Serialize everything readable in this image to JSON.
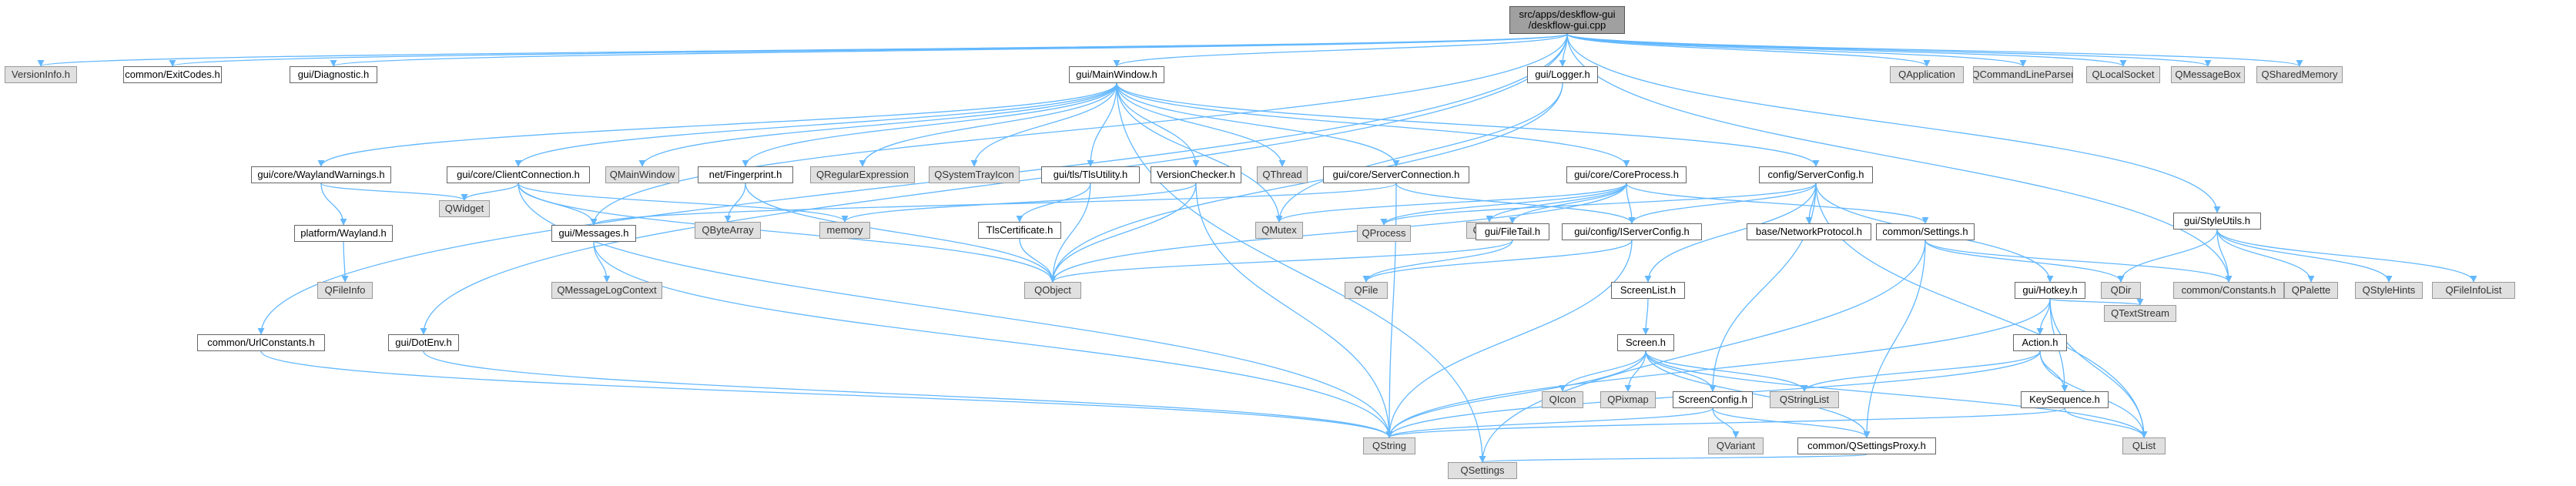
{
  "nodes": [
    {
      "id": "root",
      "lines": [
        "src/apps/deskflow-gui",
        "/deskflow-gui.cpp"
      ],
      "kind": "root"
    },
    {
      "id": "versioninfo",
      "lines": [
        "VersionInfo.h"
      ],
      "kind": "ext"
    },
    {
      "id": "exitcodes",
      "lines": [
        "common/ExitCodes.h"
      ],
      "kind": "local"
    },
    {
      "id": "diagnostic",
      "lines": [
        "gui/Diagnostic.h"
      ],
      "kind": "local"
    },
    {
      "id": "mainwindow",
      "lines": [
        "gui/MainWindow.h"
      ],
      "kind": "local"
    },
    {
      "id": "logger",
      "lines": [
        "gui/Logger.h"
      ],
      "kind": "local"
    },
    {
      "id": "qapplication",
      "lines": [
        "QApplication"
      ],
      "kind": "ext"
    },
    {
      "id": "qcommandlineparser",
      "lines": [
        "QCommandLineParser"
      ],
      "kind": "ext"
    },
    {
      "id": "qlocalsocket",
      "lines": [
        "QLocalSocket"
      ],
      "kind": "ext"
    },
    {
      "id": "qmessagebox",
      "lines": [
        "QMessageBox"
      ],
      "kind": "ext"
    },
    {
      "id": "qsharedmemory",
      "lines": [
        "QSharedMemory"
      ],
      "kind": "ext"
    },
    {
      "id": "waylandwarnings",
      "lines": [
        "gui/core/WaylandWarnings.h"
      ],
      "kind": "local"
    },
    {
      "id": "clientconnection",
      "lines": [
        "gui/core/ClientConnection.h"
      ],
      "kind": "local"
    },
    {
      "id": "qmainwindow",
      "lines": [
        "QMainWindow"
      ],
      "kind": "ext"
    },
    {
      "id": "fingerprint",
      "lines": [
        "net/Fingerprint.h"
      ],
      "kind": "local"
    },
    {
      "id": "qregularexpression",
      "lines": [
        "QRegularExpression"
      ],
      "kind": "ext"
    },
    {
      "id": "qsystemtrayicon",
      "lines": [
        "QSystemTrayIcon"
      ],
      "kind": "ext"
    },
    {
      "id": "tlsutility",
      "lines": [
        "gui/tls/TlsUtility.h"
      ],
      "kind": "local"
    },
    {
      "id": "versionchecker",
      "lines": [
        "VersionChecker.h"
      ],
      "kind": "local"
    },
    {
      "id": "qthread",
      "lines": [
        "QThread"
      ],
      "kind": "ext"
    },
    {
      "id": "serverconnection",
      "lines": [
        "gui/core/ServerConnection.h"
      ],
      "kind": "local"
    },
    {
      "id": "coreprocess",
      "lines": [
        "gui/core/CoreProcess.h"
      ],
      "kind": "local"
    },
    {
      "id": "serverconfig",
      "lines": [
        "config/ServerConfig.h"
      ],
      "kind": "local"
    },
    {
      "id": "styleutils",
      "lines": [
        "gui/StyleUtils.h"
      ],
      "kind": "local"
    },
    {
      "id": "wayland",
      "lines": [
        "platform/Wayland.h"
      ],
      "kind": "local"
    },
    {
      "id": "qwidget",
      "lines": [
        "QWidget"
      ],
      "kind": "ext"
    },
    {
      "id": "messages",
      "lines": [
        "gui/Messages.h"
      ],
      "kind": "local"
    },
    {
      "id": "qbytearray",
      "lines": [
        "QByteArray"
      ],
      "kind": "ext"
    },
    {
      "id": "memory",
      "lines": [
        "memory"
      ],
      "kind": "ext"
    },
    {
      "id": "tlscertificate",
      "lines": [
        "TlsCertificate.h"
      ],
      "kind": "local"
    },
    {
      "id": "qmutex",
      "lines": [
        "QMutex"
      ],
      "kind": "ext"
    },
    {
      "id": "qprocess",
      "lines": [
        "QProcess"
      ],
      "kind": "ext"
    },
    {
      "id": "qtimer",
      "lines": [
        "QTimer"
      ],
      "kind": "ext"
    },
    {
      "id": "filetail",
      "lines": [
        "gui/FileTail.h"
      ],
      "kind": "local"
    },
    {
      "id": "iserverconfig",
      "lines": [
        "gui/config/IServerConfig.h"
      ],
      "kind": "local"
    },
    {
      "id": "networkprotocol",
      "lines": [
        "base/NetworkProtocol.h"
      ],
      "kind": "local"
    },
    {
      "id": "settings",
      "lines": [
        "common/Settings.h"
      ],
      "kind": "local"
    },
    {
      "id": "qfileinfo",
      "lines": [
        "QFileInfo"
      ],
      "kind": "ext"
    },
    {
      "id": "qmessagelogcontext",
      "lines": [
        "QMessageLogContext"
      ],
      "kind": "ext"
    },
    {
      "id": "qobject",
      "lines": [
        "QObject"
      ],
      "kind": "ext"
    },
    {
      "id": "qfile",
      "lines": [
        "QFile"
      ],
      "kind": "ext"
    },
    {
      "id": "screenlist",
      "lines": [
        "ScreenList.h"
      ],
      "kind": "local"
    },
    {
      "id": "hotkey",
      "lines": [
        "gui/Hotkey.h"
      ],
      "kind": "local"
    },
    {
      "id": "qdir",
      "lines": [
        "QDir"
      ],
      "kind": "ext"
    },
    {
      "id": "constants",
      "lines": [
        "common/Constants.h"
      ],
      "kind": "ext"
    },
    {
      "id": "qpalette",
      "lines": [
        "QPalette"
      ],
      "kind": "ext"
    },
    {
      "id": "qstylehints",
      "lines": [
        "QStyleHints"
      ],
      "kind": "ext"
    },
    {
      "id": "qfileinfolist",
      "lines": [
        "QFileInfoList"
      ],
      "kind": "ext"
    },
    {
      "id": "qtextstream",
      "lines": [
        "QTextStream"
      ],
      "kind": "ext"
    },
    {
      "id": "urlconstants",
      "lines": [
        "common/UrlConstants.h"
      ],
      "kind": "local"
    },
    {
      "id": "dotenv",
      "lines": [
        "gui/DotEnv.h"
      ],
      "kind": "local"
    },
    {
      "id": "screen",
      "lines": [
        "Screen.h"
      ],
      "kind": "local"
    },
    {
      "id": "action",
      "lines": [
        "Action.h"
      ],
      "kind": "local"
    },
    {
      "id": "qicon",
      "lines": [
        "QIcon"
      ],
      "kind": "ext"
    },
    {
      "id": "qpixmap",
      "lines": [
        "QPixmap"
      ],
      "kind": "ext"
    },
    {
      "id": "qstringlist",
      "lines": [
        "QStringList"
      ],
      "kind": "ext"
    },
    {
      "id": "screenconfig",
      "lines": [
        "ScreenConfig.h"
      ],
      "kind": "local"
    },
    {
      "id": "keysequence",
      "lines": [
        "KeySequence.h"
      ],
      "kind": "local"
    },
    {
      "id": "qvariant",
      "lines": [
        "QVariant"
      ],
      "kind": "ext"
    },
    {
      "id": "qstring",
      "lines": [
        "QString"
      ],
      "kind": "ext"
    },
    {
      "id": "qsettingsproxy",
      "lines": [
        "common/QSettingsProxy.h"
      ],
      "kind": "local"
    },
    {
      "id": "qlist",
      "lines": [
        "QList"
      ],
      "kind": "ext"
    },
    {
      "id": "qsettings",
      "lines": [
        "QSettings"
      ],
      "kind": "ext"
    }
  ],
  "edges": [
    [
      "root",
      "versioninfo"
    ],
    [
      "root",
      "exitcodes"
    ],
    [
      "root",
      "diagnostic"
    ],
    [
      "root",
      "mainwindow"
    ],
    [
      "root",
      "logger"
    ],
    [
      "root",
      "qapplication"
    ],
    [
      "root",
      "qcommandlineparser"
    ],
    [
      "root",
      "qlocalsocket"
    ],
    [
      "root",
      "qmessagebox"
    ],
    [
      "root",
      "qsharedmemory"
    ],
    [
      "root",
      "urlconstants"
    ],
    [
      "root",
      "dotenv"
    ],
    [
      "root",
      "messages"
    ],
    [
      "root",
      "styleutils"
    ],
    [
      "root",
      "constants"
    ],
    [
      "mainwindow",
      "waylandwarnings"
    ],
    [
      "mainwindow",
      "clientconnection"
    ],
    [
      "mainwindow",
      "qmainwindow"
    ],
    [
      "mainwindow",
      "fingerprint"
    ],
    [
      "mainwindow",
      "qregularexpression"
    ],
    [
      "mainwindow",
      "qsystemtrayicon"
    ],
    [
      "mainwindow",
      "tlsutility"
    ],
    [
      "mainwindow",
      "versionchecker"
    ],
    [
      "mainwindow",
      "qthread"
    ],
    [
      "mainwindow",
      "serverconnection"
    ],
    [
      "mainwindow",
      "coreprocess"
    ],
    [
      "mainwindow",
      "serverconfig"
    ],
    [
      "mainwindow",
      "qmutex"
    ],
    [
      "mainwindow",
      "qsettings"
    ],
    [
      "logger",
      "qobject"
    ],
    [
      "logger",
      "qmutex"
    ],
    [
      "waylandwarnings",
      "wayland"
    ],
    [
      "waylandwarnings",
      "qwidget"
    ],
    [
      "wayland",
      "qfileinfo"
    ],
    [
      "clientconnection",
      "qwidget"
    ],
    [
      "clientconnection",
      "messages"
    ],
    [
      "clientconnection",
      "memory"
    ],
    [
      "clientconnection",
      "qobject"
    ],
    [
      "clientconnection",
      "qstring"
    ],
    [
      "fingerprint",
      "qbytearray"
    ],
    [
      "fingerprint",
      "qobject"
    ],
    [
      "tlsutility",
      "tlscertificate"
    ],
    [
      "tlsutility",
      "qobject"
    ],
    [
      "tlscertificate",
      "qobject"
    ],
    [
      "versionchecker",
      "memory"
    ],
    [
      "versionchecker",
      "qobject"
    ],
    [
      "versionchecker",
      "qstring"
    ],
    [
      "serverconnection",
      "iserverconfig"
    ],
    [
      "serverconnection",
      "qstring"
    ],
    [
      "serverconnection",
      "messages"
    ],
    [
      "coreprocess",
      "qprocess"
    ],
    [
      "coreprocess",
      "qtimer"
    ],
    [
      "coreprocess",
      "filetail"
    ],
    [
      "coreprocess",
      "iserverconfig"
    ],
    [
      "coreprocess",
      "settings"
    ],
    [
      "coreprocess",
      "qobject"
    ],
    [
      "coreprocess",
      "qmutex"
    ],
    [
      "serverconfig",
      "networkprotocol"
    ],
    [
      "serverconfig",
      "iserverconfig"
    ],
    [
      "serverconfig",
      "hotkey"
    ],
    [
      "serverconfig",
      "screenlist"
    ],
    [
      "serverconfig",
      "screenconfig"
    ],
    [
      "serverconfig",
      "qlist"
    ],
    [
      "serverconfig",
      "qprocess"
    ],
    [
      "styleutils",
      "qdir"
    ],
    [
      "styleutils",
      "constants"
    ],
    [
      "styleutils",
      "qpalette"
    ],
    [
      "styleutils",
      "qstylehints"
    ],
    [
      "styleutils",
      "qfileinfolist"
    ],
    [
      "messages",
      "qmessagelogcontext"
    ],
    [
      "messages",
      "qstring"
    ],
    [
      "filetail",
      "qobject"
    ],
    [
      "filetail",
      "qfile"
    ],
    [
      "iserverconfig",
      "qfile"
    ],
    [
      "iserverconfig",
      "qstring"
    ],
    [
      "settings",
      "qdir"
    ],
    [
      "settings",
      "constants"
    ],
    [
      "settings",
      "qsettingsproxy"
    ],
    [
      "settings",
      "qsettings"
    ],
    [
      "screenlist",
      "screen"
    ],
    [
      "screen",
      "qicon"
    ],
    [
      "screen",
      "qpixmap"
    ],
    [
      "screen",
      "qstringlist"
    ],
    [
      "screen",
      "screenconfig"
    ],
    [
      "screen",
      "qstring"
    ],
    [
      "screen",
      "qsettingsproxy"
    ],
    [
      "screen",
      "qlist"
    ],
    [
      "screenconfig",
      "qvariant"
    ],
    [
      "screenconfig",
      "qstring"
    ],
    [
      "screenconfig",
      "qsettingsproxy"
    ],
    [
      "hotkey",
      "qtextstream"
    ],
    [
      "hotkey",
      "action"
    ],
    [
      "hotkey",
      "keysequence"
    ],
    [
      "hotkey",
      "qlist"
    ],
    [
      "hotkey",
      "qstring"
    ],
    [
      "action",
      "qstringlist"
    ],
    [
      "action",
      "keysequence"
    ],
    [
      "action",
      "qlist"
    ],
    [
      "action",
      "qstring"
    ],
    [
      "keysequence",
      "qstring"
    ],
    [
      "keysequence",
      "qlist"
    ],
    [
      "urlconstants",
      "qstring"
    ],
    [
      "dotenv",
      "qstring"
    ],
    [
      "qsettingsproxy",
      "qsettings"
    ]
  ],
  "colors": {
    "edge": "#63b8ff",
    "node_border": "#666666",
    "ext_fill": "#e0e0e0",
    "root_fill": "#a0a0a0"
  }
}
